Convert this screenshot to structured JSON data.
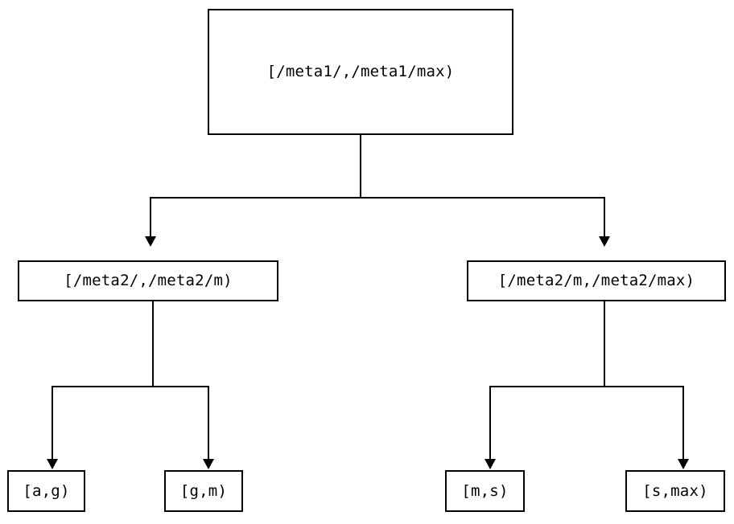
{
  "diagram": {
    "type": "tree",
    "title": "",
    "orientation": "top-down",
    "colors": {
      "background": "#ffffff",
      "stroke": "#000000",
      "node_fill": "#ffffff",
      "text": "#000000"
    },
    "nodes": {
      "root": {
        "id": "root",
        "label": "[/meta1/,/meta1/max)",
        "level": 0
      },
      "level2": [
        {
          "id": "l2-left",
          "label": "[/meta2/,/meta2/m)",
          "level": 1
        },
        {
          "id": "l2-right",
          "label": "[/meta2/m,/meta2/max)",
          "level": 1
        }
      ],
      "leaves": [
        {
          "id": "leaf-ag",
          "label": "[a,g)",
          "level": 2,
          "parent": "l2-left"
        },
        {
          "id": "leaf-gm",
          "label": "[g,m)",
          "level": 2,
          "parent": "l2-left"
        },
        {
          "id": "leaf-ms",
          "label": "[m,s)",
          "level": 2,
          "parent": "l2-right"
        },
        {
          "id": "leaf-smax",
          "label": "[s,max)",
          "level": 2,
          "parent": "l2-right"
        }
      ]
    },
    "edges": [
      {
        "from": "root",
        "to": "l2-left",
        "arrow": "down"
      },
      {
        "from": "root",
        "to": "l2-right",
        "arrow": "down"
      },
      {
        "from": "l2-left",
        "to": "leaf-ag",
        "arrow": "down"
      },
      {
        "from": "l2-left",
        "to": "leaf-gm",
        "arrow": "down"
      },
      {
        "from": "l2-right",
        "to": "leaf-ms",
        "arrow": "down"
      },
      {
        "from": "l2-right",
        "to": "leaf-smax",
        "arrow": "down"
      }
    ]
  }
}
